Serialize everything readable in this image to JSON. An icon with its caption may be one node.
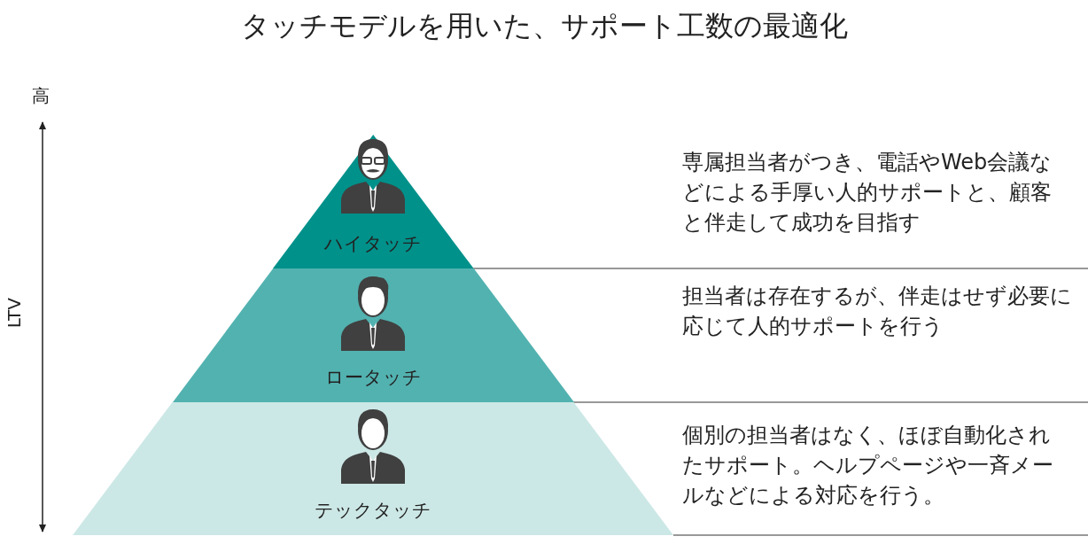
{
  "diagram": {
    "title": "タッチモデルを用いた、サポート工数の最適化",
    "nodes": [
      {
        "text": [
          "ハイタッチ"
        ]
      },
      {
        "text": [
          "ロータッチ"
        ]
      },
      {
        "text": [
          "テックタッチ"
        ]
      }
    ],
    "labels": [
      "高",
      "LTV",
      "専属担当者がつき、電話やWeb会議などによる手厚い人的サポートと、顧客と伴走して成功を目指す",
      "担当者は存在するが、伴走はせず必要に応じて人的サポートを行う",
      "個別の担当者はなく、ほぼ自動化されたサポート。ヘルプページや一斉メールなどによる対応を行う。"
    ]
  }
}
